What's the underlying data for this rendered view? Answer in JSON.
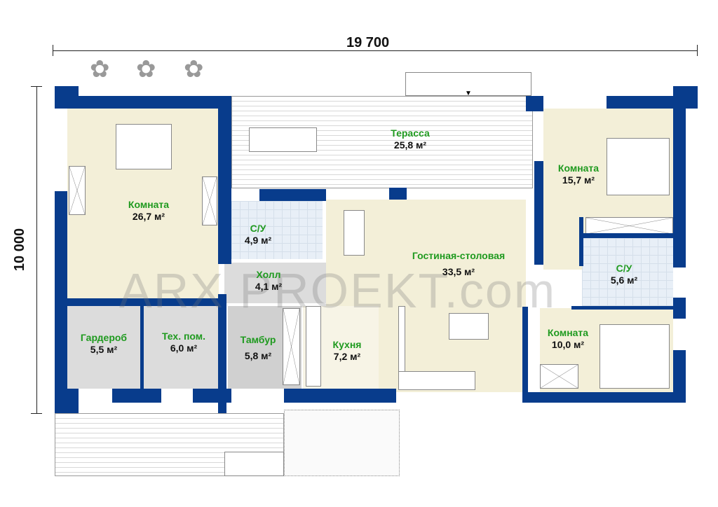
{
  "dimensions": {
    "width": "19 700",
    "height": "10 000"
  },
  "watermark": "ARX PROEKT.com",
  "rooms": [
    {
      "name": "Терасса",
      "area": "25,8 м²"
    },
    {
      "name": "Комната",
      "area": "26,7 м²"
    },
    {
      "name": "С/У",
      "area": "4,9 м²"
    },
    {
      "name": "Холл",
      "area": "4,1 м²"
    },
    {
      "name": "Гостиная-столовая",
      "area": "33,5 м²"
    },
    {
      "name": "Комната",
      "area": "15,7 м²"
    },
    {
      "name": "С/У",
      "area": "5,6 м²"
    },
    {
      "name": "Гардероб",
      "area": "5,5 м²"
    },
    {
      "name": "Тех. пом.",
      "area": "6,0 м²"
    },
    {
      "name": "Тамбур",
      "area": "5,8 м²"
    },
    {
      "name": "Кухня",
      "area": "7,2 м²"
    },
    {
      "name": "Комната",
      "area": "10,0 м²"
    }
  ],
  "colors": {
    "wall": "#083c8c",
    "label": "#1f9a1f",
    "floor": "#f3efd8"
  }
}
